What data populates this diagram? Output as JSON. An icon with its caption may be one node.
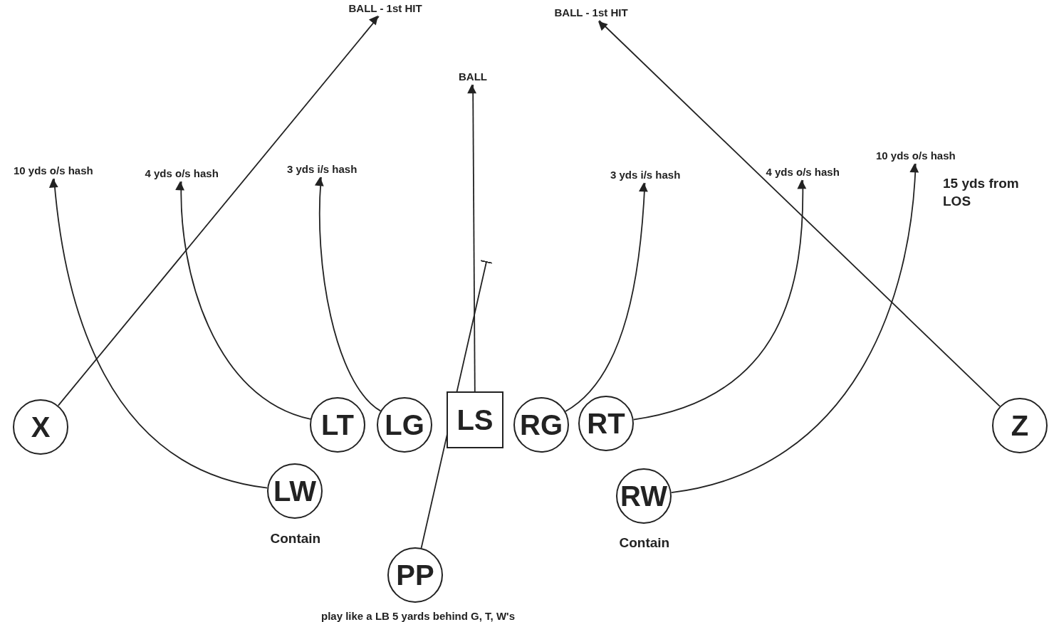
{
  "diagram": {
    "nodes": [
      {
        "text": [
          "X"
        ]
      },
      {
        "text": [
          "LT"
        ]
      },
      {
        "text": [
          "LG"
        ]
      },
      {
        "text": [
          "LS"
        ]
      },
      {
        "text": [
          "RG"
        ]
      },
      {
        "text": [
          "RT"
        ]
      },
      {
        "text": [
          "Z"
        ]
      },
      {
        "text": [
          "LW"
        ],
        "beside": [
          "Contain"
        ]
      },
      {
        "text": [
          "RW"
        ],
        "beside": [
          "Contain"
        ]
      },
      {
        "text": [
          "PP"
        ],
        "beside": [
          "play like a LB 5 yards behind G, T, W's"
        ]
      },
      {
        "text": [
          "BALL - 1st HIT"
        ]
      },
      {
        "text": [
          "BALL - 1st HIT"
        ]
      },
      {
        "text": [
          "BALL"
        ]
      },
      {
        "text": [
          "10 yds o/s hash"
        ]
      },
      {
        "text": [
          "4 yds o/s hash"
        ]
      },
      {
        "text": [
          "3 yds i/s hash"
        ]
      },
      {
        "text": [
          "3 yds i/s hash"
        ]
      },
      {
        "text": [
          "4 yds o/s hash"
        ]
      },
      {
        "text": [
          "10 yds o/s hash"
        ]
      }
    ],
    "edges": [
      {
        "from": 0,
        "to": 10,
        "arrow": "to"
      },
      {
        "from": 6,
        "to": 11,
        "arrow": "to"
      },
      {
        "from": 3,
        "to": 12,
        "arrow": "to"
      },
      {
        "from": 7,
        "to": 13,
        "arrow": "to"
      },
      {
        "from": 1,
        "to": 14,
        "arrow": "to"
      },
      {
        "from": 2,
        "to": 15,
        "arrow": "to"
      },
      {
        "from": 4,
        "to": 16,
        "arrow": "to"
      },
      {
        "from": 5,
        "to": 17,
        "arrow": "to"
      },
      {
        "from": 8,
        "to": 18,
        "arrow": "to"
      },
      {
        "from": 9,
        "to": null,
        "arrow": "other"
      }
    ],
    "labels": [
      "15 yds from LOS"
    ]
  }
}
